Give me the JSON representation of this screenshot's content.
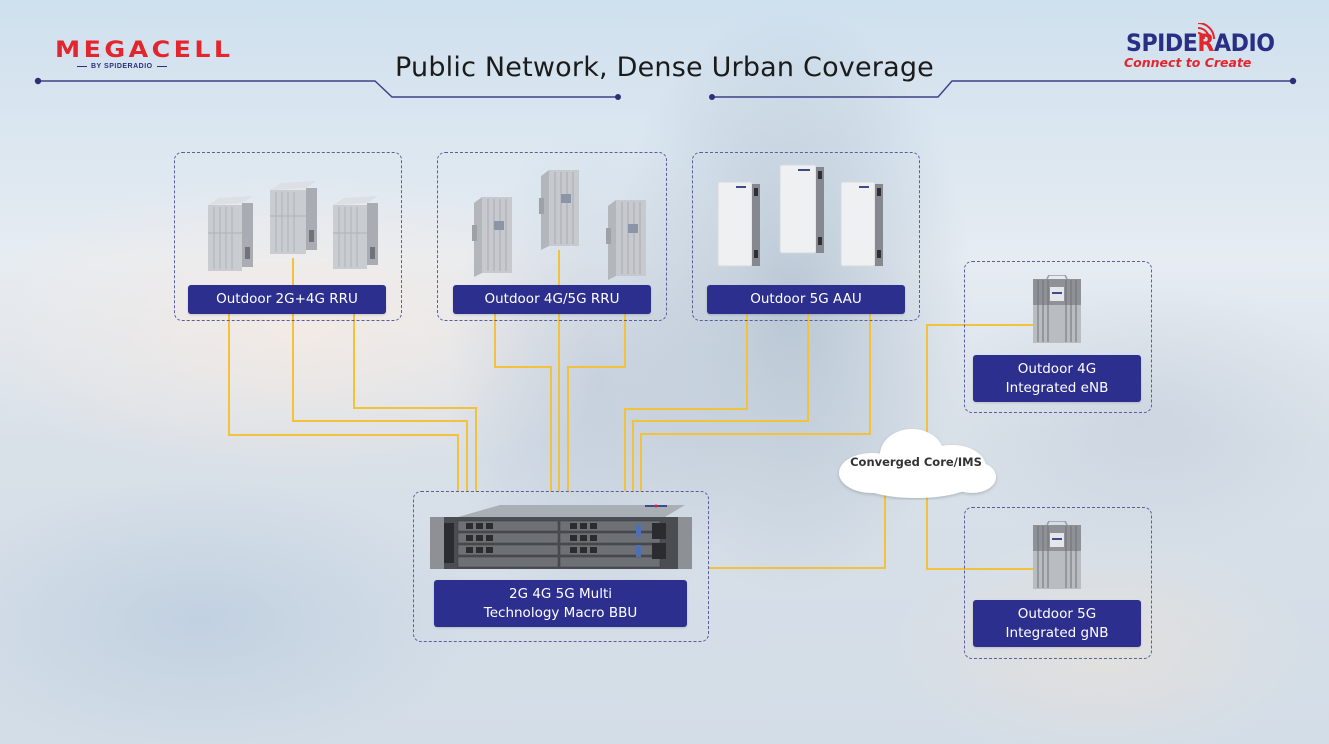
{
  "header": {
    "title": "Public Network, Dense Urban Coverage",
    "left_logo": {
      "name": "MEGACELL",
      "subtitle": "BY SPIDERADIO"
    },
    "right_logo": {
      "name_part1": "SPIDE",
      "name_accent": "R",
      "name_part2": "ADIO",
      "tagline": "Connect to Create"
    }
  },
  "groups": [
    {
      "id": "rru-2g4g",
      "label": "Outdoor 2G+4G RRU",
      "device_icon": "rru-radio-unit-icon",
      "device_count": 3
    },
    {
      "id": "rru-4g5g",
      "label": "Outdoor 4G/5G RRU",
      "device_icon": "rru-radio-unit-icon",
      "device_count": 3
    },
    {
      "id": "aau-5g",
      "label": "Outdoor 5G AAU",
      "device_icon": "aau-antenna-unit-icon",
      "device_count": 3
    },
    {
      "id": "enb-4g",
      "label_line1": "Outdoor 4G",
      "label_line2": "Integrated eNB",
      "device_icon": "integrated-base-station-icon",
      "device_count": 1
    },
    {
      "id": "gnb-5g",
      "label_line1": "Outdoor 5G",
      "label_line2": "Integrated gNB",
      "device_icon": "integrated-base-station-icon",
      "device_count": 1
    },
    {
      "id": "bbu",
      "label_line1": "2G 4G 5G Multi",
      "label_line2": "Technology Macro BBU",
      "device_icon": "bbu-rack-chassis-icon",
      "device_count": 1
    }
  ],
  "core": {
    "label": "Converged Core/IMS",
    "icon": "cloud-icon"
  },
  "colors": {
    "label_bg": "#2d2f8f",
    "wire": "#f2c23a",
    "dashed_border": "#5a5f9a",
    "brand_red": "#e3262d",
    "brand_blue": "#2a2f85"
  }
}
